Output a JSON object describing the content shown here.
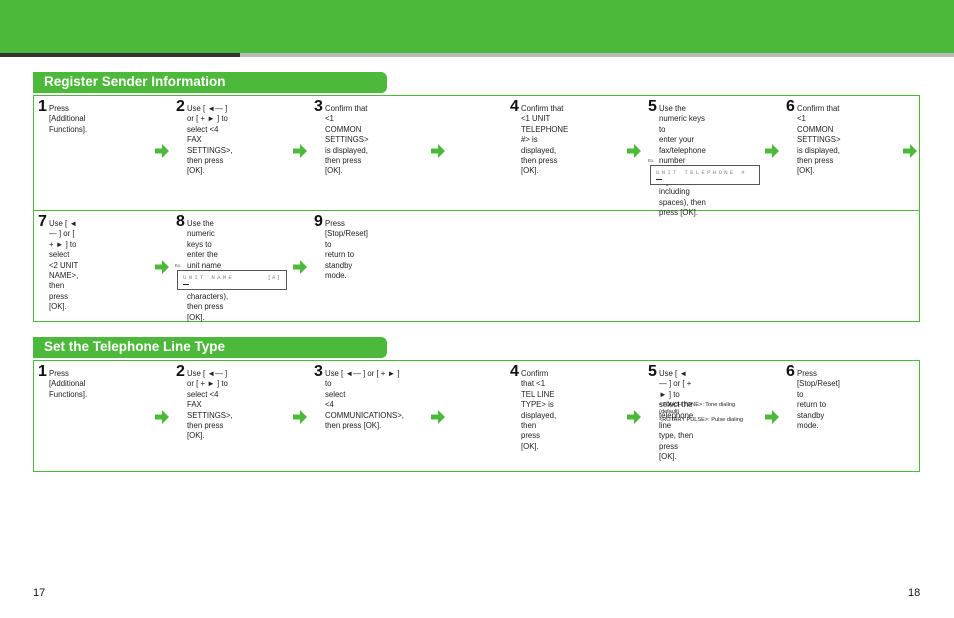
{
  "colors": {
    "accent": "#4db93a",
    "dark_bar": "#333333",
    "gray_bar": "#bbbbbb"
  },
  "sections": {
    "register": {
      "title": "Register Sender Information",
      "row1": [
        {
          "num": "1",
          "text": "Press [Additional\nFunctions]."
        },
        {
          "num": "2",
          "text": "Use [ ◄— ] or [ + ► ] to\nselect <4 FAX\nSETTINGS>, then press\n[OK]."
        },
        {
          "num": "3",
          "text": "Confirm that\n<1  COMMON\nSETTINGS> is displayed,\nthen press [OK]."
        },
        {
          "num": "4",
          "text": "Confirm that <1  UNIT\nTELEPHONE #> is\ndisplayed, then press\n[OK]."
        },
        {
          "num": "5",
          "text": "Use the numeric keys to\nenter your fax/telephone\nnumber (max. 20 digits,\nincluding spaces), then\npress [OK]."
        },
        {
          "num": "6",
          "text": "Confirm that\n<1  COMMON\nSETTINGS> is displayed,\nthen press [OK]."
        }
      ],
      "row2": [
        {
          "num": "7",
          "text": "Use [ ◄— ] or [ + ► ] to\nselect <2  UNIT NAME>,\nthen press [OK]."
        },
        {
          "num": "8",
          "text": "Use the numeric keys to\nenter the unit name (up to\n32 characters), then press\n[OK]."
        },
        {
          "num": "9",
          "text": "Press [Stop/Reset] to\nreturn to standby mode."
        }
      ],
      "lcd_telephone": {
        "tag": "Ex.",
        "text": "UNIT TELEPHONE #",
        "mode": ""
      },
      "lcd_unit_name": {
        "tag": "Ex.",
        "text": "UNIT NAME",
        "mode": "[A]"
      }
    },
    "telephone": {
      "title": "Set the Telephone Line Type",
      "row": [
        {
          "num": "1",
          "text": "Press [Additional\nFunctions]."
        },
        {
          "num": "2",
          "text": "Use [ ◄— ] or [ + ► ] to\nselect <4 FAX\nSETTINGS>, then press\n[OK]."
        },
        {
          "num": "3",
          "text": "Use [ ◄— ] or [ + ► ] to\nselect\n<4  COMMUNICATIONS>,\nthen press [OK]."
        },
        {
          "num": "4",
          "text": "Confirm that <1 TEL LINE\nTYPE> is displayed, then\npress [OK]."
        },
        {
          "num": "5",
          "text": "Use [ ◄— ] or [ + ► ] to\nselect the telephone line\ntype, then press [OK]."
        },
        {
          "num": "6",
          "text": "Press [Stop/Reset] to\nreturn to standby mode."
        }
      ],
      "note": "<TOUCH TONE>: Tone dialing\n(default)\n<ROTARY PULSE>: Pulse dialing"
    }
  },
  "page_numbers": {
    "left": "17",
    "right": "18"
  }
}
